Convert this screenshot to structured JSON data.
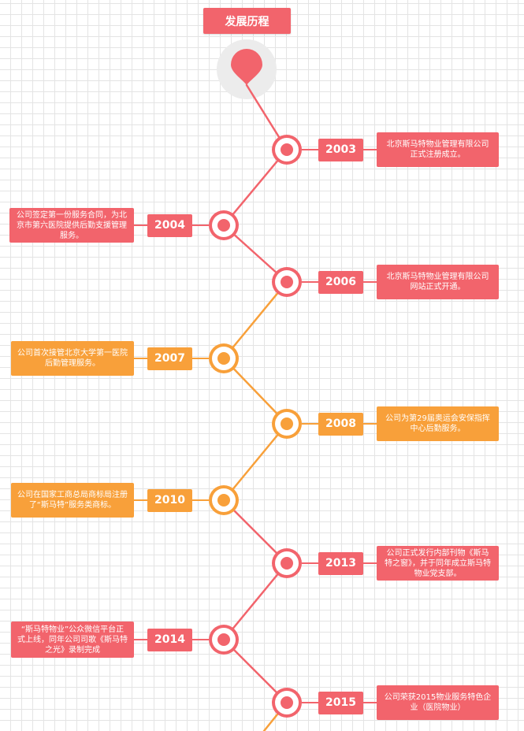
{
  "title": "发展历程",
  "colors": {
    "red": "#f2646c",
    "orange": "#f8a03a",
    "pin_halo": "#ececec"
  },
  "events": [
    {
      "year": "2003",
      "text": "北京斯马特物业管理有限公司正式注册成立。",
      "color": "red"
    },
    {
      "year": "2004",
      "text": "公司签定第一份服务合同，为北京市第六医院提供后勤支援管理服务。",
      "color": "red"
    },
    {
      "year": "2006",
      "text": "北京斯马特物业管理有限公司网站正式开通。",
      "color": "red"
    },
    {
      "year": "2007",
      "text": "公司首次接管北京大学第一医院后勤管理服务。",
      "color": "orange"
    },
    {
      "year": "2008",
      "text": "公司为第29届奥运会安保指挥中心后勤服务。",
      "color": "orange"
    },
    {
      "year": "2010",
      "text": "公司在国家工商总局商标局注册了“斯马特”服务类商标。",
      "color": "orange"
    },
    {
      "year": "2013",
      "text": "公司正式发行内部刊物《斯马特之窗》，并于同年成立斯马特物业党支部。",
      "color": "red"
    },
    {
      "year": "2014",
      "text": "“斯马特物业”公众微信平台正式上线，同年公司司歌《斯马特之光》录制完成",
      "color": "red"
    },
    {
      "year": "2015",
      "text": "公司荣获2015物业服务特色企业（医院物业）",
      "color": "red"
    }
  ]
}
